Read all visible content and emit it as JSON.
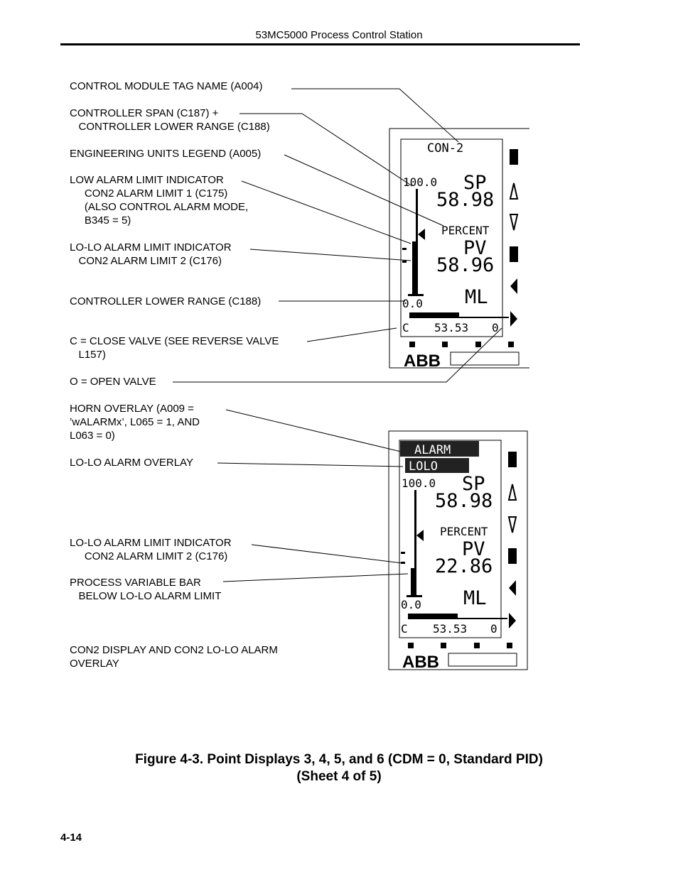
{
  "header": {
    "title": "53MC5000 Process Control Station"
  },
  "labels": {
    "tag_name": "CONTROL MODULE TAG NAME (A004)",
    "span": "CONTROLLER SPAN (C187) +\n   CONTROLLER LOWER RANGE (C188)",
    "units": "ENGINEERING UNITS LEGEND (A005)",
    "low_alarm": "LOW ALARM LIMIT INDICATOR\n     CON2 ALARM LIMIT 1 (C175)\n     (ALSO CONTROL ALARM MODE,\n     B345 = 5)",
    "lolo_alarm": "LO-LO ALARM LIMIT INDICATOR\n   CON2 ALARM LIMIT 2 (C176)",
    "lower_range": "CONTROLLER LOWER RANGE (C188)",
    "close_valve": "C = CLOSE VALVE (SEE REVERSE VALVE\n   L157)",
    "open_valve": "O = OPEN VALVE",
    "horn": "HORN OVERLAY (A009 =\n’wALARMx’, L065 = 1, AND\nL063 = 0)",
    "lolo_overlay": "LO-LO ALARM OVERLAY",
    "lolo_alarm2": "LO-LO ALARM LIMIT INDICATOR\n     CON2 ALARM LIMIT 2 (C176)",
    "pv_bar": "PROCESS VARIABLE BAR\n   BELOW LO-LO ALARM LIMIT",
    "con2_display": "CON2 DISPLAY AND CON2 LO-LO ALARM\nOVERLAY"
  },
  "display1": {
    "tag": "CON-2",
    "span": "100.0",
    "sp_label": "SP",
    "sp_value": "58.98",
    "units": "PERCENT",
    "pv_label": "PV",
    "pv_value": "58.96",
    "lower": "0.0",
    "mode": "ML",
    "close": "C",
    "output": "53.53",
    "open": "0",
    "logo": "ABB"
  },
  "display2": {
    "horn": "ALARM",
    "lolo": "LOLO",
    "span": "100.0",
    "sp_label": "SP",
    "sp_value": "58.98",
    "units": "PERCENT",
    "pv_label": "PV",
    "pv_value": "22.86",
    "lower": "0.0",
    "mode": "ML",
    "close": "C",
    "output": "53.53",
    "open": "0",
    "logo": "ABB"
  },
  "caption": {
    "line1": "Figure 4-3.  Point Displays 3, 4, 5, and 6 (CDM = 0, Standard PID)",
    "line2": "(Sheet 4 of 5)"
  },
  "page_number": "4-14"
}
